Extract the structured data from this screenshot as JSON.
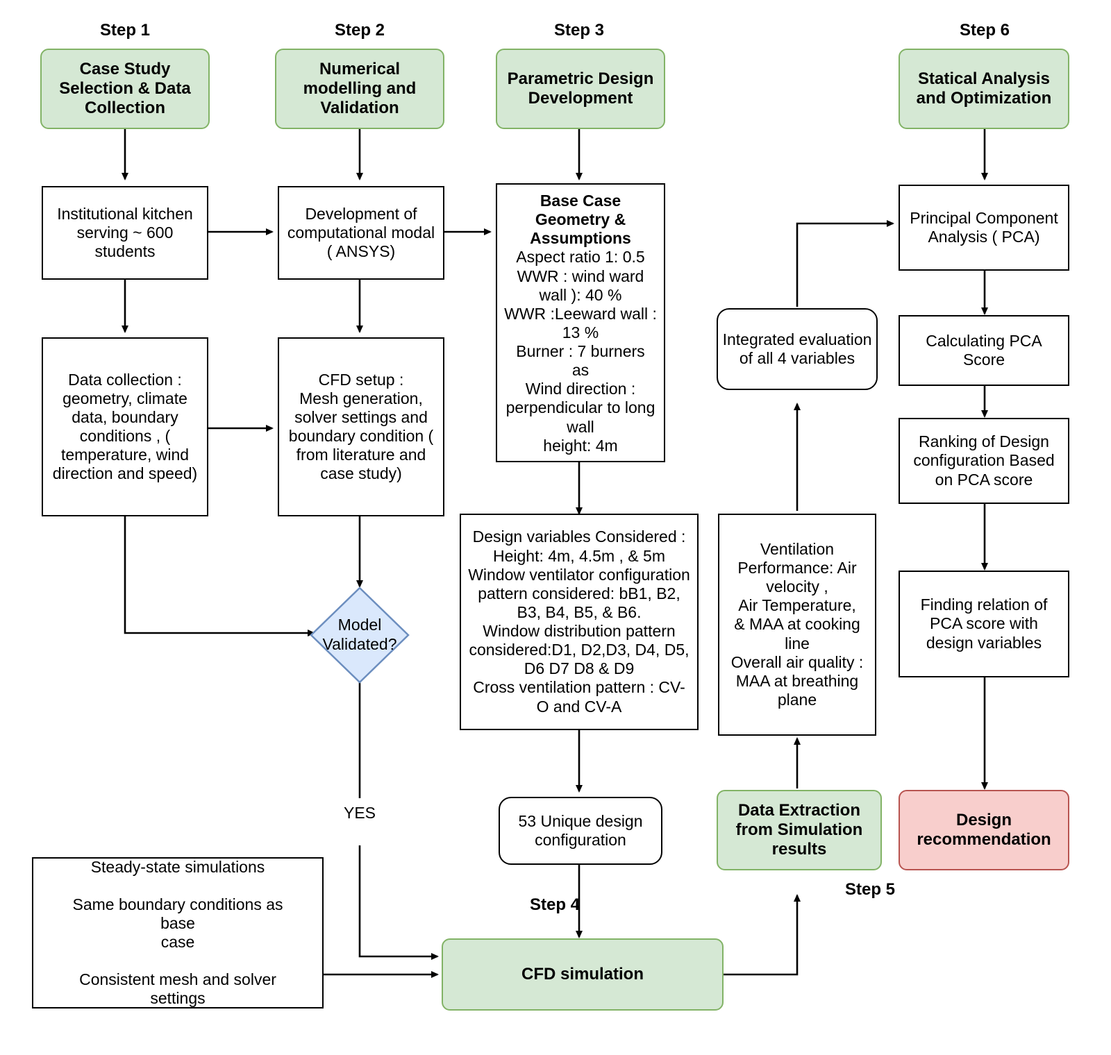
{
  "diagram": {
    "title": "CFD Parametric Study Methodology Flowchart",
    "colors": {
      "green_fill": "#d5e8d4",
      "green_stroke": "#82b366",
      "red_fill": "#f8cecc",
      "red_stroke": "#b85450",
      "blue_fill": "#dae8fc",
      "blue_stroke": "#6c8ebf",
      "line": "#000000",
      "box_fill": "#ffffff"
    },
    "step_labels": {
      "step1": "Step 1",
      "step2": "Step 2",
      "step3": "Step 3",
      "step4": "Step 4",
      "step5": "Step 5",
      "step6": "Step 6"
    },
    "edge_labels": {
      "yes": "YES"
    },
    "nodes": {
      "step1_header": "Case Study\nSelection & Data\nCollection",
      "institutional_kitchen": "Institutional  kitchen\nserving ~ 600\nstudents",
      "data_collection": "Data collection :\ngeometry, climate\ndata, boundary\nconditions , (\ntemperature, wind\ndirection and speed)",
      "step2_header": "Numerical\nmodelling and\nValidation",
      "computational_model": "Development of\ncomputational modal\n( ANSYS)",
      "cfd_setup": "CFD setup :\nMesh generation,\nsolver settings and\nboundary condition (\nfrom literature and\ncase study)",
      "model_validated": "Model\nValidated?",
      "step3_header": "Parametric Design\nDevelopment",
      "base_case_title": "Base Case\nGeometry &\nAssumptions",
      "base_case_body": "Aspect ratio 1: 0.5\nWWR : wind ward\nwall ): 40 %\nWWR :Leeward wall :\n13 %\nBurner : 7  burners\nas\nWind direction :\nperpendicular to long\nwall\nheight: 4m",
      "design_variables": "Design variables Considered :\nHeight: 4m, 4.5m , & 5m\nWindow ventilator configuration\npattern considered: bB1, B2,\nB3, B4, B5, & B6.\nWindow distribution pattern\nconsidered:D1, D2,D3, D4, D5,\nD6 D7 D8 & D9\nCross ventilation pattern : CV-\nO and CV-A",
      "unique_configs": "53 Unique design\nconfiguration",
      "simulation_settings": "Steady-state simulations\n\nSame boundary conditions as\nbase\ncase\n\nConsistent mesh and solver\nsettings",
      "cfd_simulation": "CFD simulation",
      "data_extraction": "Data Extraction\nfrom Simulation\nresults",
      "ventilation_performance": "Ventilation\nPerformance: Air\nvelocity ,\nAir Temperature,\n& MAA at cooking\nline\nOverall air quality :\nMAA at breathing\nplane",
      "integrated_evaluation": "Integrated evaluation\nof all 4 variables",
      "step6_header": "Statical Analysis\nand Optimization",
      "pca": "Principal Component\nAnalysis ( PCA)",
      "pca_score": "Calculating PCA\nScore",
      "ranking": "Ranking of  Design\nconfiguration Based\non PCA score",
      "finding_relation": "Finding relation of\nPCA score with\ndesign variables",
      "design_recommendation": "Design\nrecommendation"
    }
  }
}
